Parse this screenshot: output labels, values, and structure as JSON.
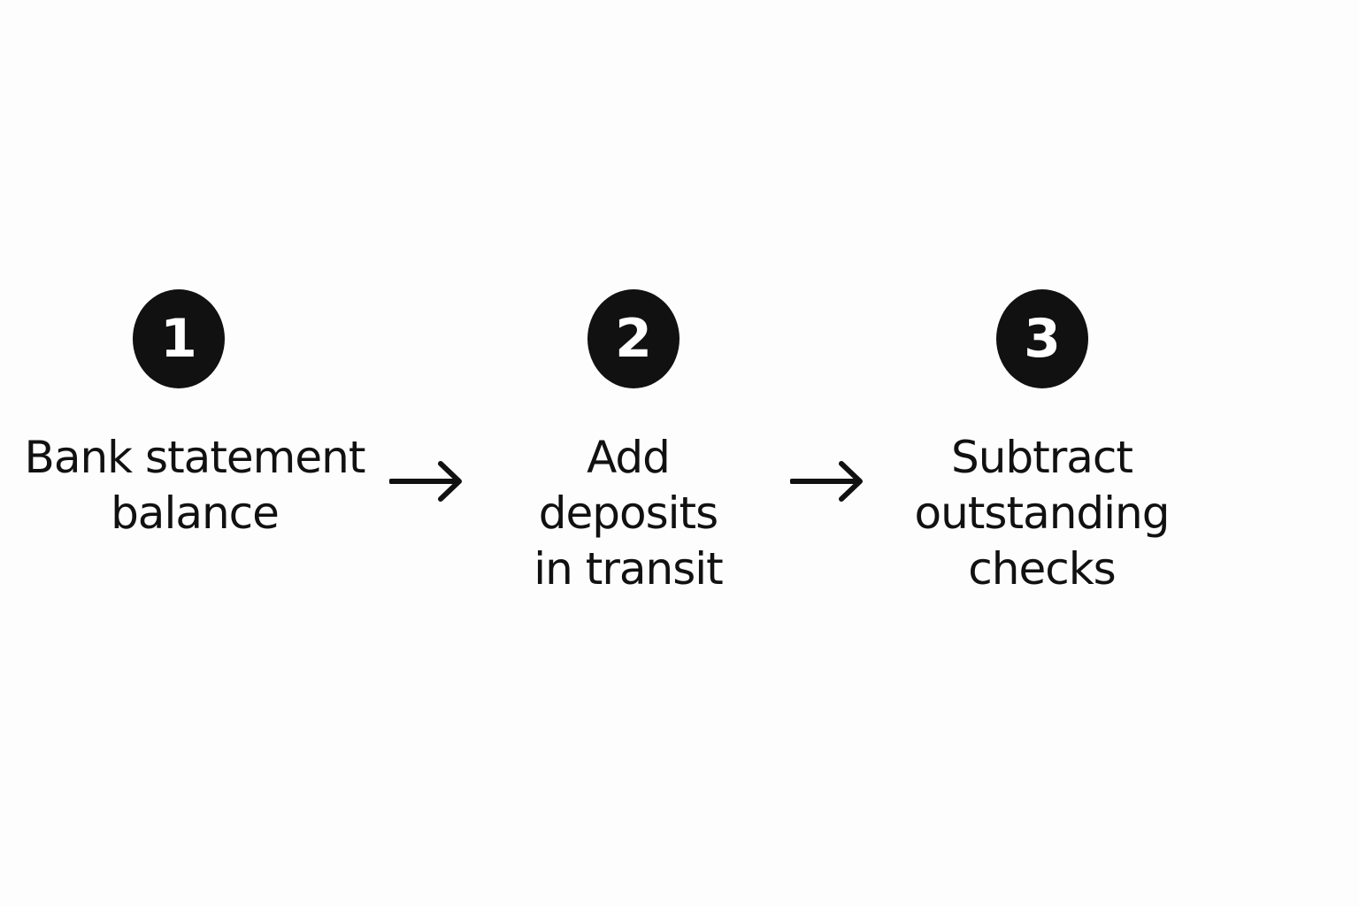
{
  "diagram": {
    "steps": [
      {
        "number": "1",
        "lines": [
          "Bank statement",
          "balance"
        ]
      },
      {
        "number": "2",
        "lines": [
          "Add",
          "deposits",
          "in transit"
        ]
      },
      {
        "number": "3",
        "lines": [
          "Subtract",
          "outstanding",
          "checks"
        ]
      }
    ],
    "arrows": [
      "right-arrow-icon",
      "right-arrow-icon"
    ],
    "colors": {
      "ink": "#111111",
      "badge_text": "#ffffff",
      "background": "#fdfdfd"
    }
  }
}
